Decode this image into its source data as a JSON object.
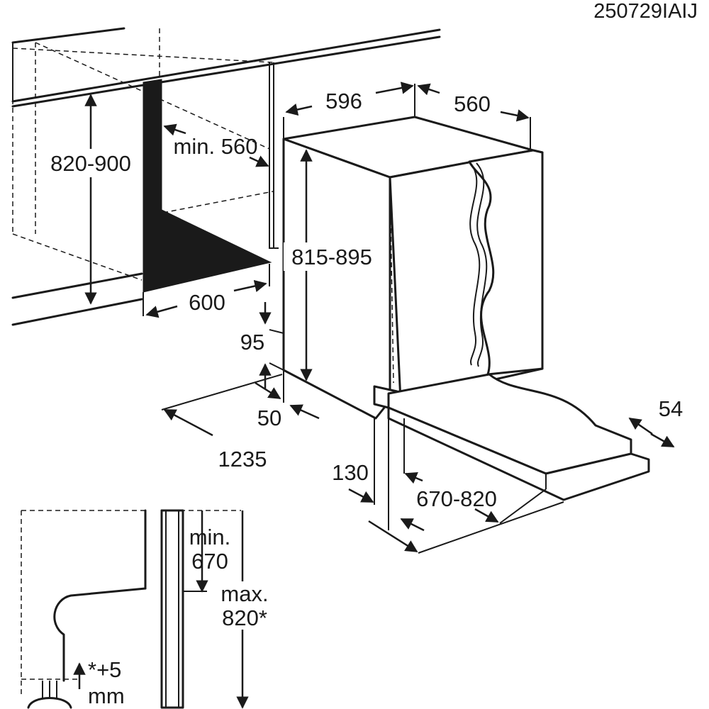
{
  "reference_code": "250729IAIJ",
  "dimensions": {
    "niche_height": "820-900",
    "niche_min_depth": "min. 560",
    "niche_width": "600",
    "appliance_width": "596",
    "appliance_depth": "560",
    "appliance_height": "815-895",
    "plinth_height": "95",
    "plinth_recess": "50",
    "total_depth_door_open": "1235",
    "door_gap": "130",
    "door_height": "670-820",
    "door_thickness": "54"
  },
  "detail": {
    "min_label": "min.",
    "min_value": "670",
    "max_label": "max.",
    "max_value": "820*",
    "note_line1": "*+5",
    "note_line2": "mm"
  }
}
